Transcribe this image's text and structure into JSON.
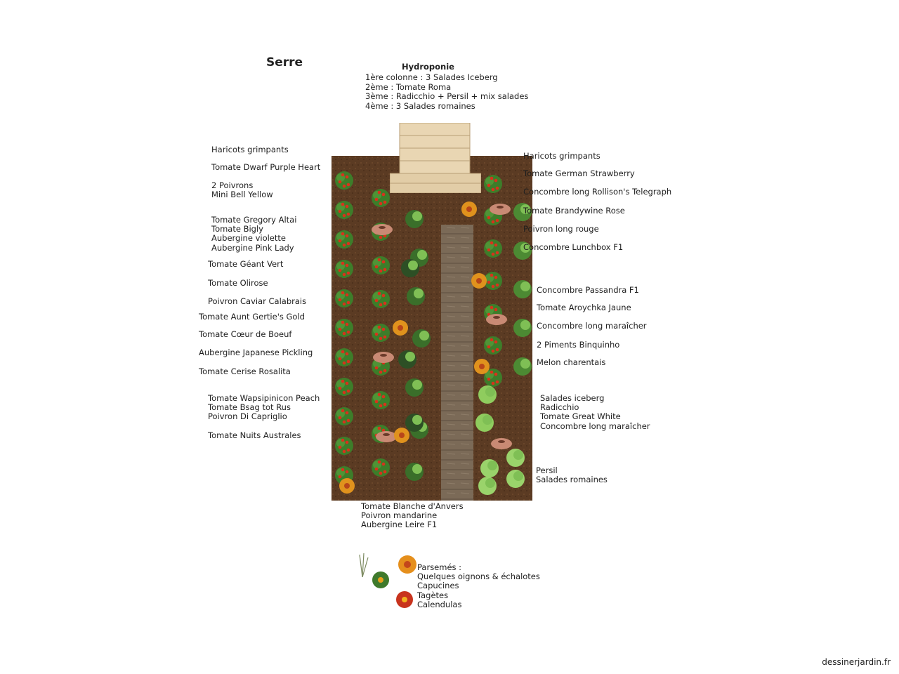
{
  "title": "Serre",
  "hydroponie": {
    "title": "Hydroponie",
    "lines": "1ère colonne : 3 Salades Iceberg\n2ème : Tomate Roma\n3ème : Radicchio + Persil + mix salades\n4ème : 3 Salades romaines"
  },
  "left_labels": [
    "Haricots grimpants",
    "Tomate Dwarf Purple Heart",
    "2 Poivrons\nMini Bell Yellow",
    "Tomate Gregory Altai\nTomate Bigly\nAubergine violette\nAubergine Pink Lady",
    "Tomate Géant Vert",
    "Tomate Olirose",
    "Poivron Caviar Calabrais",
    "Tomate Aunt Gertie's Gold",
    "Tomate Cœur de Boeuf",
    "Aubergine Japanese Pickling",
    "Tomate Cerise Rosalita",
    "Tomate Wapsipinicon Peach\nTomate Bsag tot Rus\nPoivron Di Capriglio",
    "Tomate Nuits Australes"
  ],
  "right_labels": [
    "Haricots grimpants",
    "Tomate German Strawberry",
    "Concombre long Rollison's Telegraph",
    "Tomate Brandywine Rose",
    "Poivron long rouge",
    "Concombre Lunchbox F1",
    "Concombre Passandra F1",
    "Tomate Aroychka Jaune",
    "Concombre long maraîcher",
    "2 Piments Binquinho",
    "Melon charentais",
    "Salades iceberg\nRadicchio\nTomate Great White\nConcombre long maraîcher",
    "Persil\nSalades romaines"
  ],
  "bottom_label": "Tomate Blanche d'Anvers\nPoivron mandarine\nAubergine Leire F1",
  "parsemes": "Parsemés :\nQuelques oignons & échalotes\nCapucines\nTagètes\nCalendulas",
  "credit": "dessinerjardin.fr",
  "colors": {
    "soil": "#5a3a22",
    "path": "#7a6a58",
    "pallet": "#e6d2ae"
  }
}
